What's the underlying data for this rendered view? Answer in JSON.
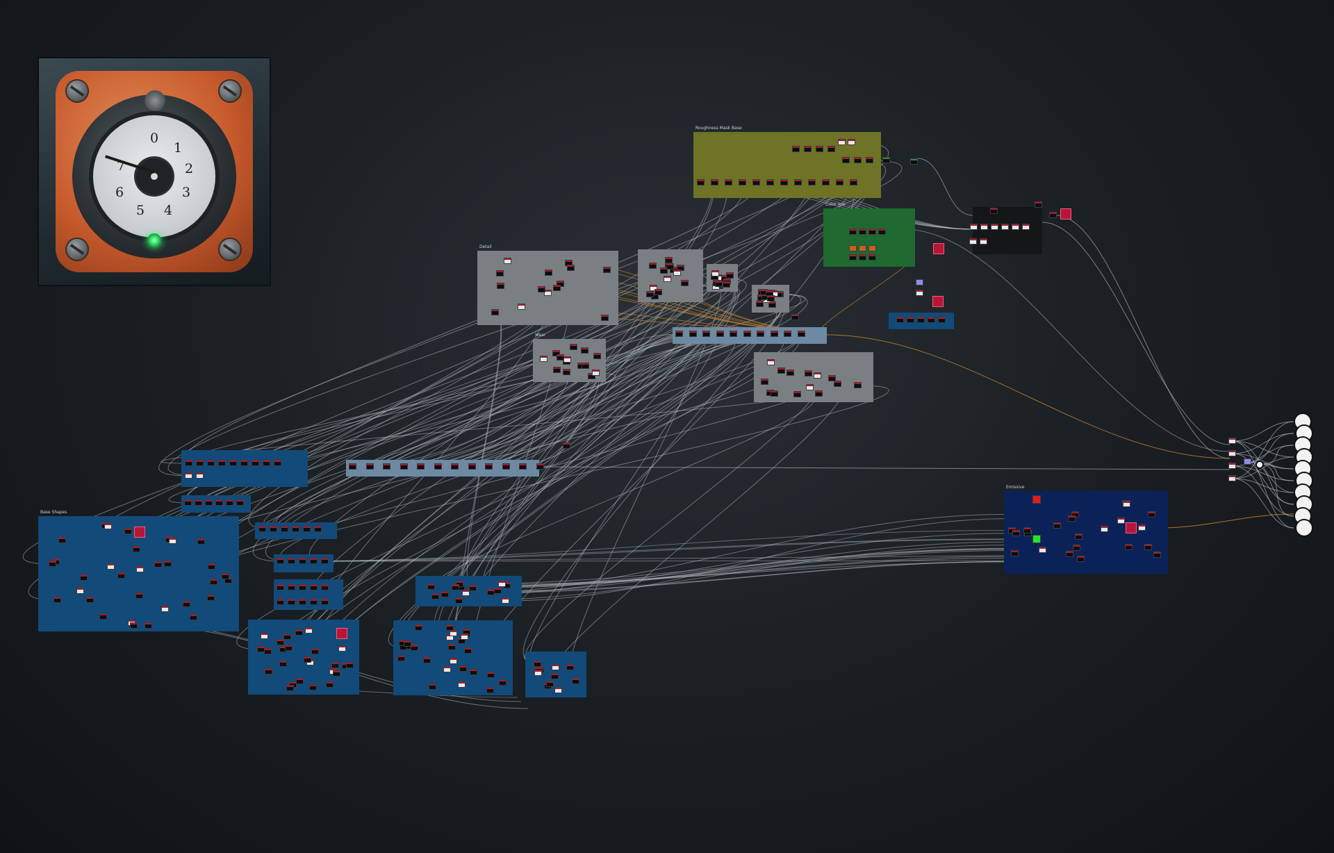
{
  "app": {
    "view": "node-graph"
  },
  "preview": {
    "dial_numbers": [
      "0",
      "1",
      "2",
      "3",
      "4",
      "5",
      "6",
      "7"
    ],
    "indicator_color": "#22e65a",
    "plate_color": "#c75a2c"
  },
  "frames": [
    {
      "id": "olive",
      "title": "Roughness Mask Base",
      "color": "#6e7326"
    },
    {
      "id": "green",
      "title": "Color mix",
      "color": "#1f6a30"
    },
    {
      "id": "dark",
      "title": "",
      "color": "#141618"
    },
    {
      "id": "gray-a",
      "title": "Detail",
      "color": "#7a7f84"
    },
    {
      "id": "gray-b",
      "title": "",
      "color": "#7a7f84"
    },
    {
      "id": "gray-c",
      "title": "Wear",
      "color": "#7a7f84"
    },
    {
      "id": "gray-d",
      "title": "",
      "color": "#7a7f84"
    },
    {
      "id": "gray-e",
      "title": "",
      "color": "#7a7f84"
    },
    {
      "id": "gray-f",
      "title": "",
      "color": "#7a7f84"
    },
    {
      "id": "bus-top",
      "title": "",
      "color": "#6e8aa2"
    },
    {
      "id": "bus-mid",
      "title": "",
      "color": "#6e8aa2"
    },
    {
      "id": "blue-small",
      "title": "",
      "color": "#124a7a"
    },
    {
      "id": "blue-a",
      "title": "",
      "color": "#124a7a"
    },
    {
      "id": "blue-b",
      "title": "",
      "color": "#124a7a"
    },
    {
      "id": "blue-big",
      "title": "Base Shapes",
      "color": "#124a7a"
    },
    {
      "id": "blue-c",
      "title": "",
      "color": "#124a7a"
    },
    {
      "id": "blue-d",
      "title": "",
      "color": "#124a7a"
    },
    {
      "id": "blue-e",
      "title": "",
      "color": "#124a7a"
    },
    {
      "id": "blue-f",
      "title": "",
      "color": "#124a7a"
    },
    {
      "id": "blue-g",
      "title": "",
      "color": "#124a7a"
    },
    {
      "id": "blue-h",
      "title": "",
      "color": "#124a7a"
    },
    {
      "id": "blue-i",
      "title": "",
      "color": "#124a7a"
    },
    {
      "id": "navy-right",
      "title": "Emissive",
      "color": "#0b2258"
    }
  ],
  "outputs": {
    "count": 10,
    "icon": "cube-icon"
  },
  "wire_colors": {
    "default": "#b9c0c6",
    "orange": "#d98a2b"
  }
}
